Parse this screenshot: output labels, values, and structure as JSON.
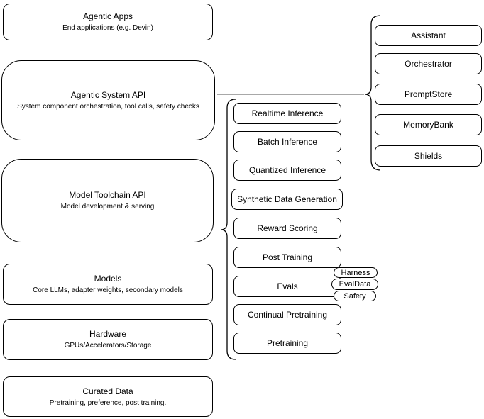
{
  "diagram": {
    "left_stack": [
      {
        "title": "Agentic Apps",
        "subtitle": "End applications (e.g. Devin)"
      },
      {
        "title": "Agentic System API",
        "subtitle": "System component orchestration, tool calls, safety checks"
      },
      {
        "title": "Model Toolchain API",
        "subtitle": "Model development & serving"
      },
      {
        "title": "Models",
        "subtitle": "Core LLMs, adapter weights, secondary models"
      },
      {
        "title": "Hardware",
        "subtitle": "GPUs/Accelerators/Storage"
      },
      {
        "title": "Curated Data",
        "subtitle": "Pretraining, preference, post training."
      }
    ],
    "toolchain_items": [
      "Realtime Inference",
      "Batch Inference",
      "Quantized Inference",
      "Synthetic Data Generation",
      "Reward Scoring",
      "Post Training",
      "Evals",
      "Continual Pretraining",
      "Pretraining"
    ],
    "evals_tags": [
      "Harness",
      "EvalData",
      "Safety"
    ],
    "system_components": [
      "Assistant",
      "Orchestrator",
      "PromptStore",
      "MemoryBank",
      "Shields"
    ],
    "colors": {
      "stroke": "#000000",
      "background": "#ffffff",
      "connector": "#8c8c8c"
    }
  }
}
